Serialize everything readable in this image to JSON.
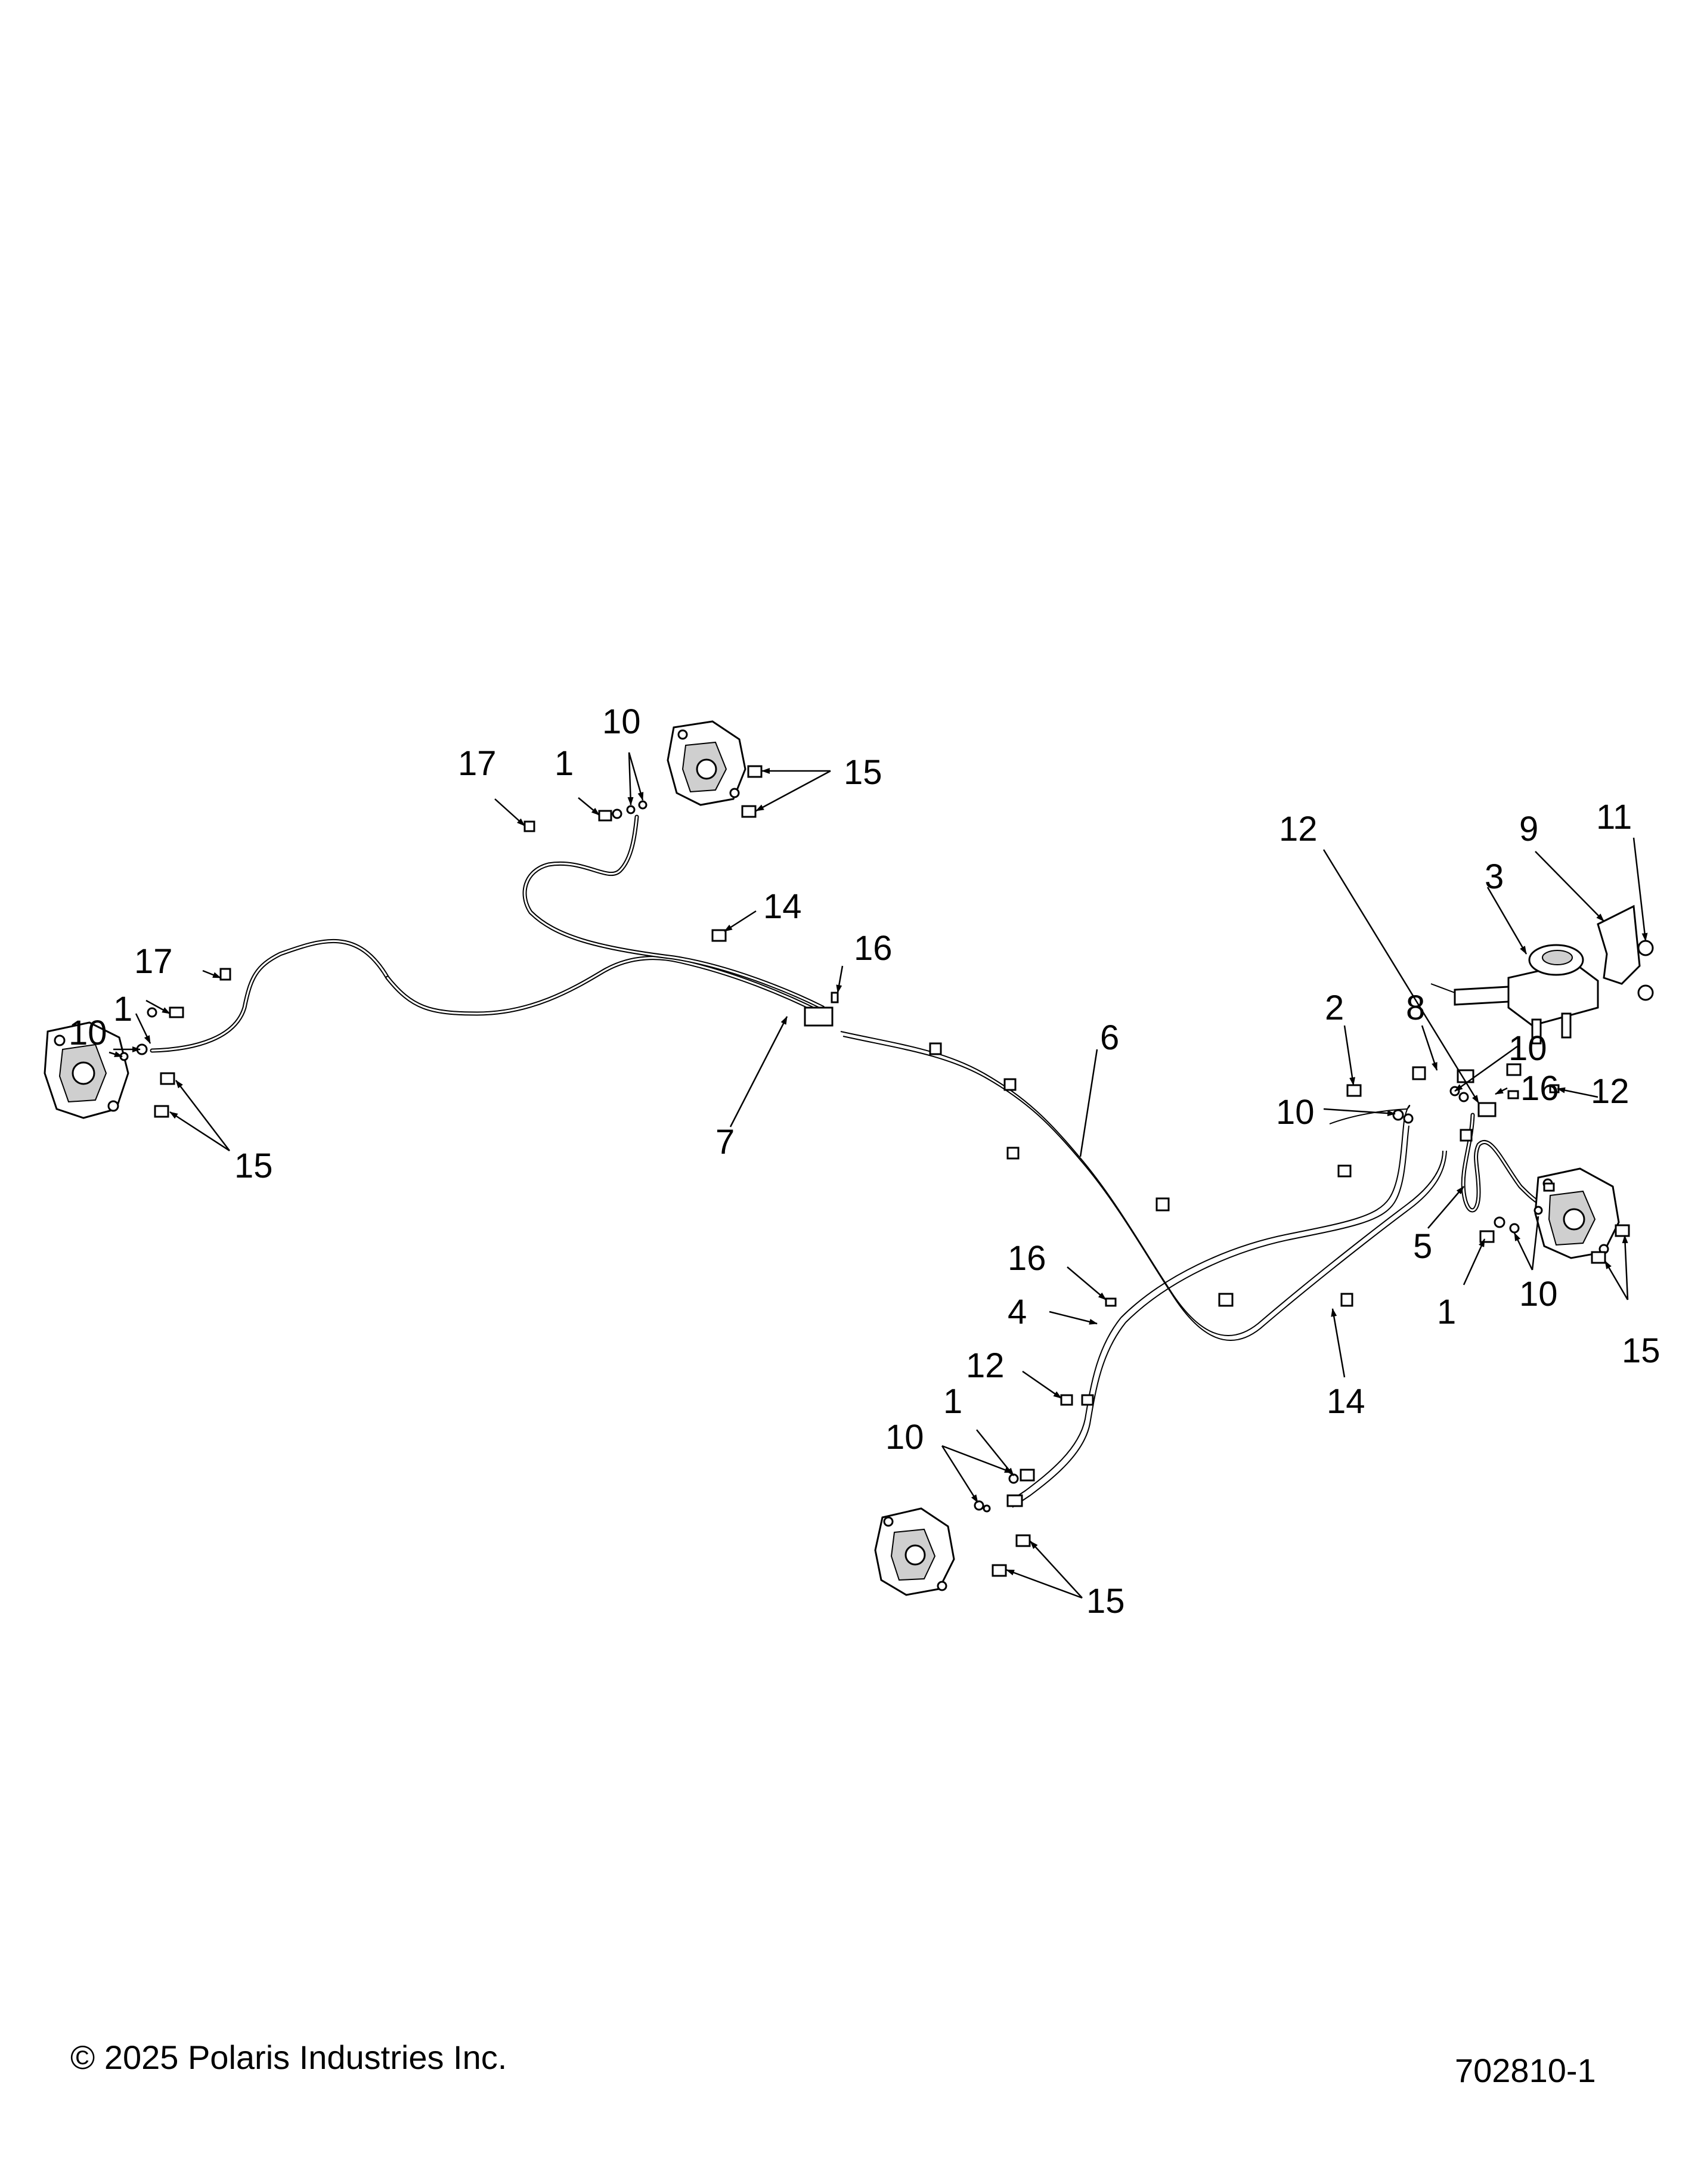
{
  "callouts": [
    "1",
    "1",
    "1",
    "1",
    "2",
    "3",
    "4",
    "5",
    "6",
    "7",
    "8",
    "9",
    "10",
    "10",
    "10",
    "10",
    "10",
    "10",
    "11",
    "12",
    "12",
    "12",
    "14",
    "14",
    "15",
    "15",
    "15",
    "15",
    "16",
    "16",
    "17",
    "17"
  ],
  "footer": {
    "copyright": "© 2025 Polaris Industries Inc.",
    "drawing_number": "702810-1"
  }
}
